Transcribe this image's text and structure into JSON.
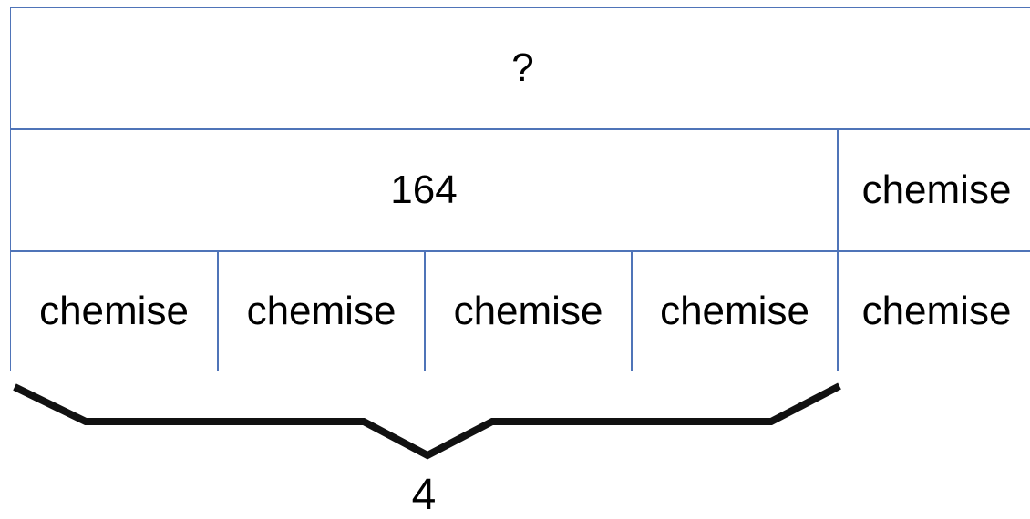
{
  "diagram": {
    "total_label": "?",
    "group_sum_label": "164",
    "extra_label": "chemise",
    "unit_labels": [
      "chemise",
      "chemise",
      "chemise",
      "chemise",
      "chemise"
    ],
    "brace_count_label": "4",
    "colors": {
      "box_border": "#4f74b8",
      "text": "#000000",
      "brace": "#111111"
    }
  }
}
